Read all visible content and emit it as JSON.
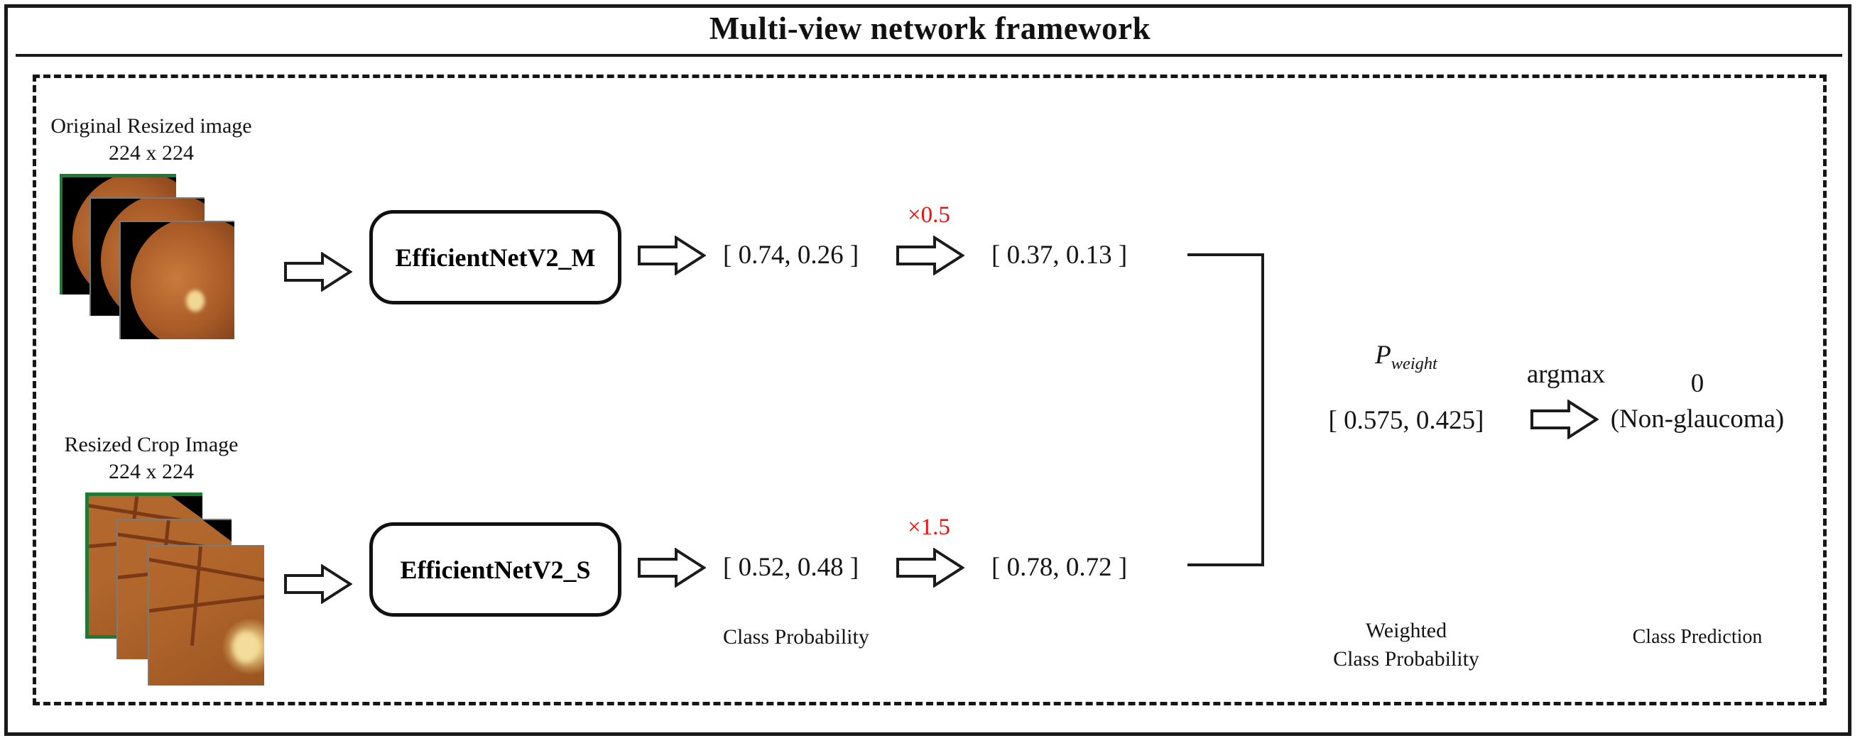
{
  "figure": {
    "title": "Multi-view network framework",
    "domain": "diagram"
  },
  "branches": {
    "top": {
      "input_label_line1": "Original Resized image",
      "input_label_line2": "224 x 224",
      "model_name": "EfficientNetV2_M",
      "class_probability": "[ 0.74, 0.26 ]",
      "weight_multiplier": "×0.5",
      "weighted_probability": "[ 0.37, 0.13 ]"
    },
    "bottom": {
      "input_label_line1": "Resized Crop Image",
      "input_label_line2": "224 x 224",
      "model_name": "EfficientNetV2_S",
      "class_probability": "[ 0.52, 0.48 ]",
      "weight_multiplier": "×1.5",
      "weighted_probability": "[ 0.78, 0.72 ]"
    }
  },
  "fusion": {
    "p_weight_symbol": "P",
    "p_weight_subscript": "weight",
    "weighted_vector": "[ 0.575,  0.425]",
    "operation_label": "argmax",
    "prediction_value": "0",
    "prediction_name": "(Non-glaucoma)"
  },
  "captions": {
    "class_probability": "Class Probability",
    "weighted_class_probability_line1": "Weighted",
    "weighted_class_probability_line2": "Class Probability",
    "class_prediction": "Class Prediction"
  },
  "colors": {
    "frame": "#1a1a1a",
    "text": "#141414",
    "multiplier_red": "#f40d0d",
    "image_border_green": "#1f7a33",
    "fundus_orange": "#a85a27"
  },
  "chart_data": {
    "type": "diagram",
    "title": "Multi-view network framework",
    "nodes": [
      {
        "id": "input-top",
        "label": "Original Resized image 224 x 224"
      },
      {
        "id": "model-top",
        "label": "EfficientNetV2_M"
      },
      {
        "id": "prob-top",
        "label": "[ 0.74, 0.26 ]"
      },
      {
        "id": "wprob-top",
        "label": "[ 0.37, 0.13 ]"
      },
      {
        "id": "input-bottom",
        "label": "Resized Crop Image 224 x 224"
      },
      {
        "id": "model-bottom",
        "label": "EfficientNetV2_S"
      },
      {
        "id": "prob-bottom",
        "label": "[ 0.52, 0.48 ]"
      },
      {
        "id": "wprob-bottom",
        "label": "[ 0.78, 0.72 ]"
      },
      {
        "id": "fusion",
        "label": "[ 0.575,  0.425]"
      },
      {
        "id": "prediction",
        "label": "0 (Non-glaucoma)"
      }
    ],
    "edges": [
      {
        "from": "input-top",
        "to": "model-top"
      },
      {
        "from": "model-top",
        "to": "prob-top"
      },
      {
        "from": "prob-top",
        "to": "wprob-top",
        "label": "×0.5"
      },
      {
        "from": "input-bottom",
        "to": "model-bottom"
      },
      {
        "from": "model-bottom",
        "to": "prob-bottom"
      },
      {
        "from": "prob-bottom",
        "to": "wprob-bottom",
        "label": "×1.5"
      },
      {
        "from": "wprob-top",
        "to": "fusion"
      },
      {
        "from": "wprob-bottom",
        "to": "fusion"
      },
      {
        "from": "fusion",
        "to": "prediction",
        "label": "argmax"
      }
    ]
  }
}
